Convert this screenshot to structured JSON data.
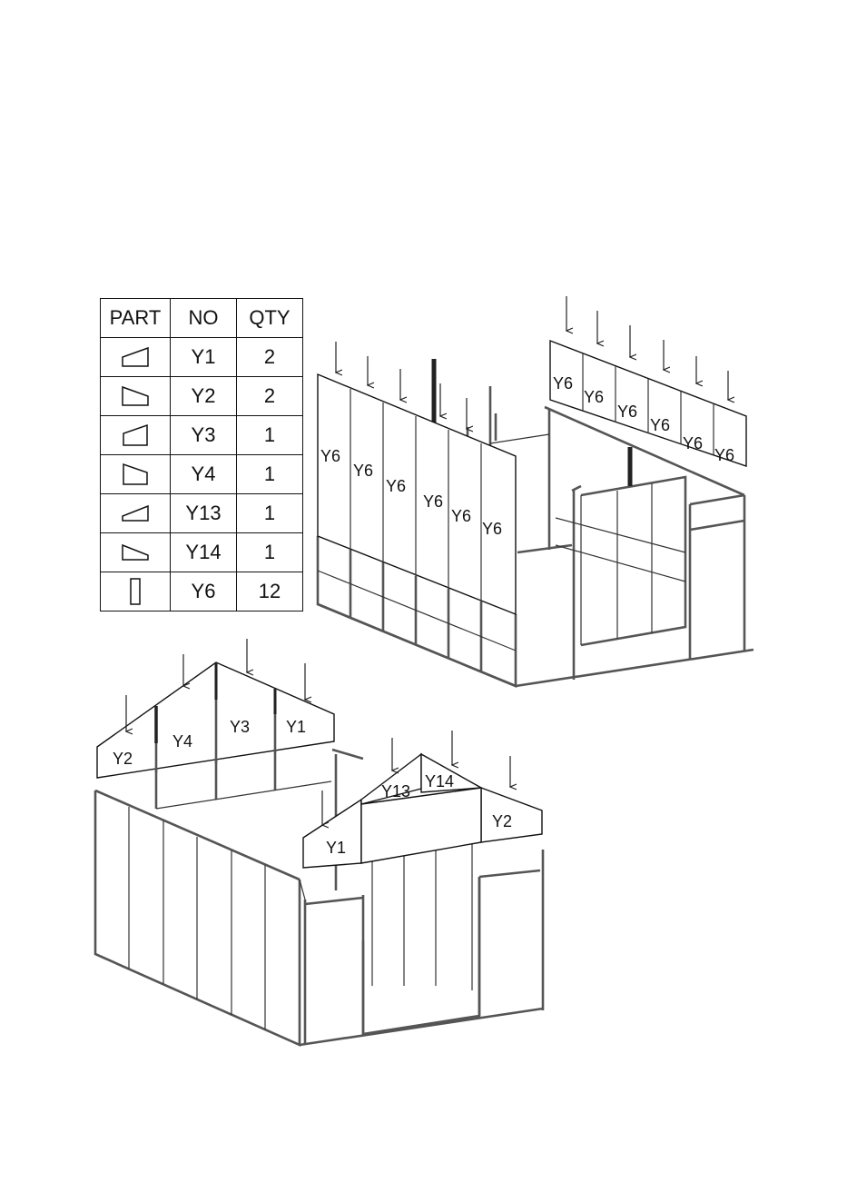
{
  "table": {
    "headers": [
      "PART",
      "NO",
      "QTY"
    ],
    "rows": [
      {
        "shape": "trapezoid-left-icon",
        "no": "Y1",
        "qty": "2"
      },
      {
        "shape": "trapezoid-right-icon",
        "no": "Y2",
        "qty": "2"
      },
      {
        "shape": "trapezoid-left-tall-icon",
        "no": "Y3",
        "qty": "1"
      },
      {
        "shape": "trapezoid-right-tall-icon",
        "no": "Y4",
        "qty": "1"
      },
      {
        "shape": "triangle-left-icon",
        "no": "Y13",
        "qty": "1"
      },
      {
        "shape": "triangle-right-icon",
        "no": "Y14",
        "qty": "1"
      },
      {
        "shape": "rectangle-icon",
        "no": "Y6",
        "qty": "12"
      }
    ]
  },
  "top_diagram": {
    "left_roof_labels": [
      "Y6",
      "Y6",
      "Y6",
      "Y6",
      "Y6",
      "Y6"
    ],
    "right_roof_labels": [
      "Y6",
      "Y6",
      "Y6",
      "Y6",
      "Y6",
      "Y6"
    ]
  },
  "bottom_diagram": {
    "back_gable_labels": [
      "Y2",
      "Y4",
      "Y3",
      "Y1"
    ],
    "front_gable_labels": [
      "Y1",
      "Y13",
      "Y14",
      "Y2"
    ]
  },
  "colors": {
    "line": "#111111",
    "frame": "#555555"
  }
}
